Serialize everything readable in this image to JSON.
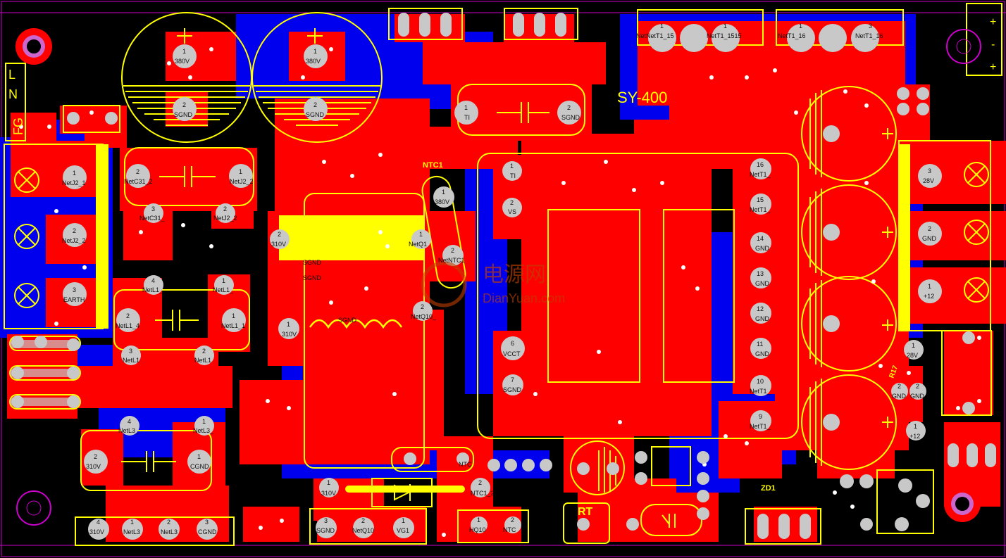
{
  "board": {
    "title": "SY-400",
    "colors": {
      "top_copper": "#ff0000",
      "bottom_copper": "#0000ff",
      "silk": "#ffff00",
      "pad": "#c8c8c8",
      "bg": "#000000",
      "outline": "#cc00cc"
    }
  },
  "edge_labels": {
    "left": [
      "L",
      "N",
      "FG"
    ],
    "right": [
      "+",
      "-",
      "+"
    ]
  },
  "refdes": {
    "ntc": "NTC1",
    "rt": "RT",
    "zd": "ZD1",
    "r17": "R17"
  },
  "watermark": {
    "cn": "电源网",
    "en": "DianYuan.com"
  },
  "nets": {
    "cap1_p": "380V",
    "cap1_n": "SGND",
    "cap2_p": "380V",
    "cap2_n": "SGND",
    "j2_1": "NetJ2_1",
    "j2_2": "NetJ2_2",
    "earth": "EARTH",
    "c31_2": "NetC31_2",
    "c31_3": "NetC31_",
    "j2b_1": "NetJ2_2",
    "j2b_2": "NetJ2_2",
    "l1_4": "NetL1_",
    "l1_1": "NetL1_",
    "l1_2": "NetL1_4",
    "l1_1b": "NetL1_1",
    "l1_3": "NetL1",
    "l1_2b": "NetL1",
    "l3_4": "NetL3_",
    "l3_1": "NetL3_",
    "cap3_p": "310V",
    "cap3_n": "CGND",
    "conn_b1": "310V",
    "conn_b2": "NetL3",
    "conn_b3": "NetL3",
    "conn_b4": "CGND",
    "q1_2": "310V",
    "q1_1": "NetQ1",
    "sgnd_a": "SGND",
    "sgnd_b": "SGND",
    "sgnd_c": "SGND",
    "q10_2": "NetQ10_",
    "v310_1": "310V",
    "v310_2": "310V",
    "ntc1_1": "380V",
    "ntc1_2": "NetNTC1",
    "ti_1": "TI",
    "sgnd_2": "SGND",
    "ti_b": "TI",
    "vs": "VS",
    "vcct": "VCCT",
    "sgnd_7": "SGND",
    "bot_sgnd": "SGND",
    "bot_q10": "NetQ10",
    "bot_vg1": "VG1",
    "bot_hq10": "HQ10",
    "bot_ntc": "NTC",
    "ntc1_2b": "NTC1_2",
    "ntc_c": "NTC",
    "t1_15a": "NetNetT1_15",
    "t1_15b": "NetT1_1515",
    "t1_16a": "NetT1_16",
    "t1_16b": "NetT1_16",
    "t1_16": "NetT1_",
    "t1_15": "NetT1_",
    "gnd14": "GND",
    "gnd13": "GND",
    "gnd12": "GND",
    "gnd11": "GND",
    "t1_10": "NetT1_",
    "t1_9": "NetT1_",
    "out_28v": "28V",
    "out_gnd": "GND",
    "out_12v": "+12",
    "r_28v": "28V",
    "r_gnd1": "GND",
    "r_gnd2": "GND",
    "r_12v": "+12"
  },
  "pin_numbers": {
    "n1": "1",
    "n2": "2",
    "n3": "3",
    "n4": "4",
    "n6": "6",
    "n7": "7",
    "n9": "9",
    "n10": "10",
    "n11": "11",
    "n12": "12",
    "n13": "13",
    "n14": "14",
    "n15": "15",
    "n16": "16"
  }
}
